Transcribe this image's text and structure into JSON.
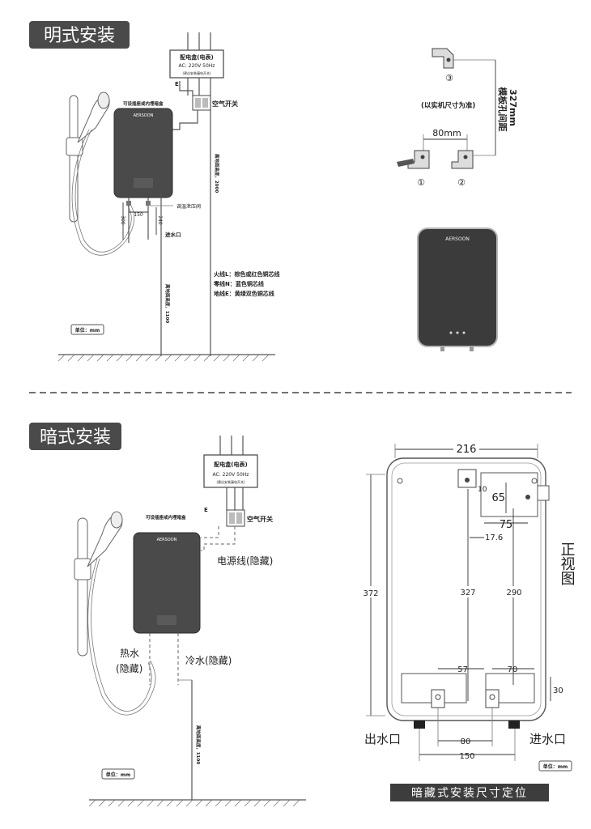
{
  "surface": {
    "title": "明式安装",
    "box_title": "配电盒(电表)",
    "box_spec": "AC: 220V  50Hz",
    "box_note": "(建议安装漏电开关)",
    "socket_note": "可设插座或内埋暗盒",
    "breaker": "空气开关",
    "earth": "E",
    "valve": "调温泄压阀",
    "inlet": "进水口",
    "dim_150": "150",
    "dim_300": "300",
    "dim_240": "240",
    "h2000": "离地面高度，2000",
    "h1100": "离地面高度，1100",
    "wire_l": "火线L：棕色或红色铜芯线",
    "wire_n": "零线N：蓝色铜芯线",
    "wire_e": "地线E：黄绿双色铜芯线",
    "unit": "单位：mm"
  },
  "bracket": {
    "note": "(以实机尺寸为准)",
    "spacing": "80mm",
    "vert_dim": "327mm",
    "vert_label": "模板孔间距",
    "n1": "①",
    "n2": "②",
    "n3": "③"
  },
  "brand": "AERSOON",
  "concealed": {
    "title": "暗式安装",
    "box_title": "配电盒(电表)",
    "box_spec": "AC: 220V  50Hz",
    "box_note": "(建议安装漏电开关)",
    "socket_note": "可设插座或内埋暗盒",
    "earth": "E",
    "breaker": "空气开关",
    "power": "电源线(隐藏)",
    "hot": "热水",
    "hot_hidden": "(隐藏)",
    "cold": "冷水(隐藏)",
    "h1100": "离地面高度，1100",
    "unit": "单位：mm"
  },
  "front": {
    "w216": "216",
    "h372": "372",
    "d10": "10",
    "d65": "65",
    "d75": "75",
    "d17_6": "17.6",
    "d327": "327",
    "d290": "290",
    "d57": "57",
    "d70": "70",
    "d30": "30",
    "d80": "80",
    "d150": "150",
    "out": "出水口",
    "in": "进水口",
    "view": "正视图",
    "unit": "单位：mm",
    "banner": "暗藏式安装尺寸定位"
  }
}
